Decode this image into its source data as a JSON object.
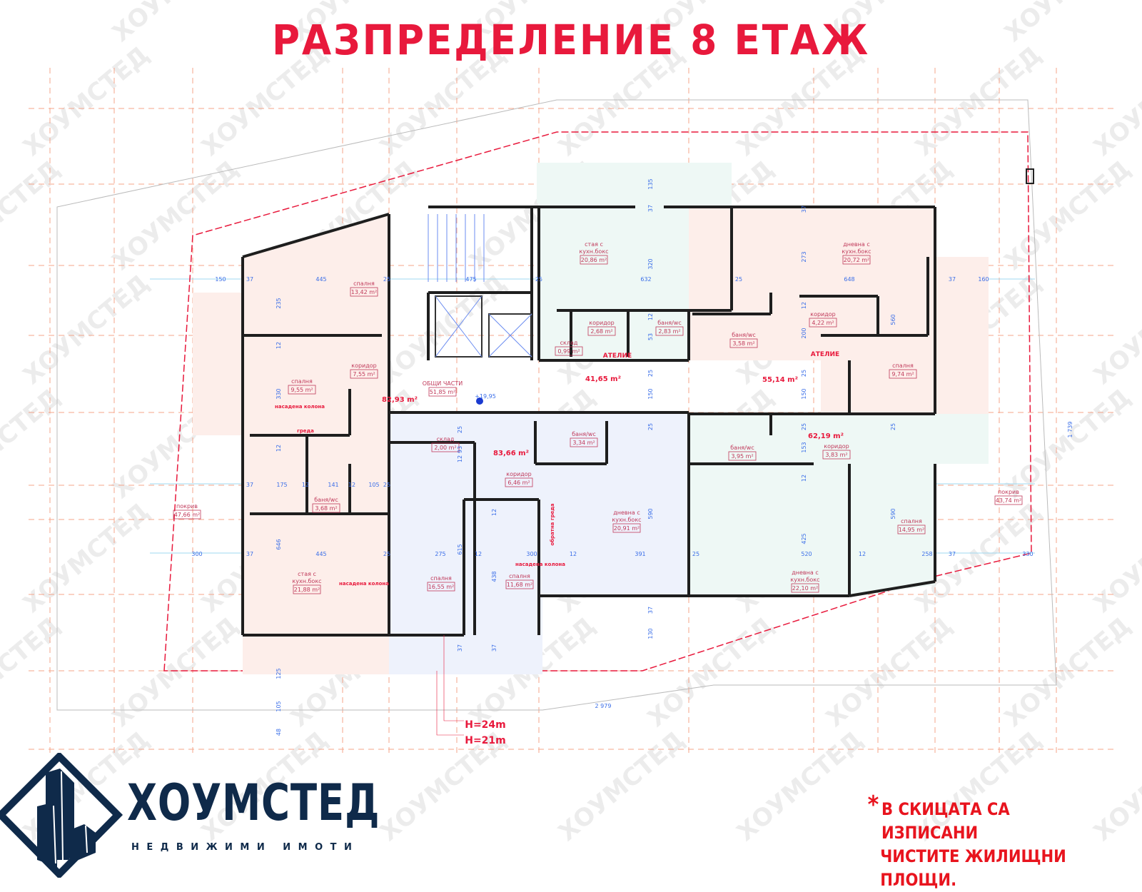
{
  "title": "РАЗПРЕДЕЛЕНИЕ 8 ЕТАЖ",
  "watermark": "ХОУМСТЕД",
  "logo": {
    "name": "ХОУМСТЕД",
    "subtitle": "НЕДВИЖИМИ ИМОТИ"
  },
  "note": {
    "star": "*",
    "line1": "В СКИЦАТА СА ИЗПИСАНИ",
    "line2": "ЧИСТИТЕ ЖИЛИЩНИ ПЛОЩИ."
  },
  "colors": {
    "title": "#e8193c",
    "apt_pink": "#fdeeea",
    "apt_green": "#eef8f5",
    "apt_blue": "#eef2fc",
    "wall": "#1e1e1e",
    "dimension": "#3a6ee8",
    "grid": "#f5a58a",
    "brand": "#0f2a4a"
  },
  "rooms": [
    {
      "name": "спалня",
      "area": "13,42 m²"
    },
    {
      "name": "коридор",
      "area": "7,55 m²"
    },
    {
      "name": "спалня",
      "area": "9,55 m²"
    },
    {
      "name": "ОБЩИ ЧАСТИ",
      "area": "51,85 m²"
    },
    {
      "name": "стая с|кухн.бокс",
      "area": "20,86 m²"
    },
    {
      "name": "коридор",
      "area": "2,68 m²"
    },
    {
      "name": "склад",
      "area": "0,99 m²"
    },
    {
      "name": "баня/wc",
      "area": "2,83 m²"
    },
    {
      "name": "баня/wc",
      "area": "3,58 m²"
    },
    {
      "name": "коридор",
      "area": "4,22 m²"
    },
    {
      "name": "дневна с|кухн.бокс",
      "area": "20,72 m²"
    },
    {
      "name": "спалня",
      "area": "9,74 m²"
    },
    {
      "name": "склад",
      "area": "2,00 m²"
    },
    {
      "name": "коридор",
      "area": "6,46 m²"
    },
    {
      "name": "баня/wc",
      "area": "3,34 m²"
    },
    {
      "name": "баня/wc",
      "area": "3,68 m²"
    },
    {
      "name": "стая с|кухн.бокс",
      "area": "21,88 m²"
    },
    {
      "name": "спалня",
      "area": "16,55 m²"
    },
    {
      "name": "спалня",
      "area": "11,68 m²"
    },
    {
      "name": "дневна с|кухн.бокс",
      "area": "20,91 m²"
    },
    {
      "name": "баня/wc",
      "area": "3,95 m²"
    },
    {
      "name": "коридор",
      "area": "3,83 m²"
    },
    {
      "name": "дневна с|кухн.бокс",
      "area": "22,10 m²"
    },
    {
      "name": "спалня",
      "area": "14,95 m²"
    },
    {
      "name": "покрив",
      "area": "47,66 m²"
    },
    {
      "name": "покрив",
      "area": "43,74 m²"
    }
  ],
  "apartment_totals": [
    "82,93 m²",
    "41,65 m²",
    "55,14 m²",
    "83,66 m²",
    "62,19 m²"
  ],
  "atelier_labels": [
    "АТЕЛИЕ",
    "АТЕЛИЕ"
  ],
  "annotations": [
    "насадена колона",
    "греда",
    "насадена колона",
    "насадена колона",
    "обратна греда",
    "+19,95",
    "H=24m",
    "H=21m"
  ],
  "dimensions": [
    "150",
    "37",
    "445",
    "25",
    "475",
    "25",
    "632",
    "25",
    "648",
    "37",
    "160",
    "135",
    "37",
    "320",
    "235",
    "12",
    "330",
    "12",
    "646",
    "125",
    "105",
    "48",
    "273",
    "37",
    "12",
    "200",
    "25",
    "150",
    "25",
    "153",
    "12",
    "425",
    "560",
    "25",
    "590",
    "12",
    "53",
    "25",
    "150",
    "25",
    "590",
    "37",
    "130",
    "25",
    "93",
    "12",
    "615",
    "37",
    "438",
    "12",
    "37",
    "1 739",
    "37",
    "175",
    "12",
    "141",
    "12",
    "105",
    "25",
    "300",
    "37",
    "445",
    "25",
    "275",
    "12",
    "300",
    "12",
    "391",
    "25",
    "520",
    "12",
    "258",
    "37",
    "330",
    "2 979"
  ]
}
